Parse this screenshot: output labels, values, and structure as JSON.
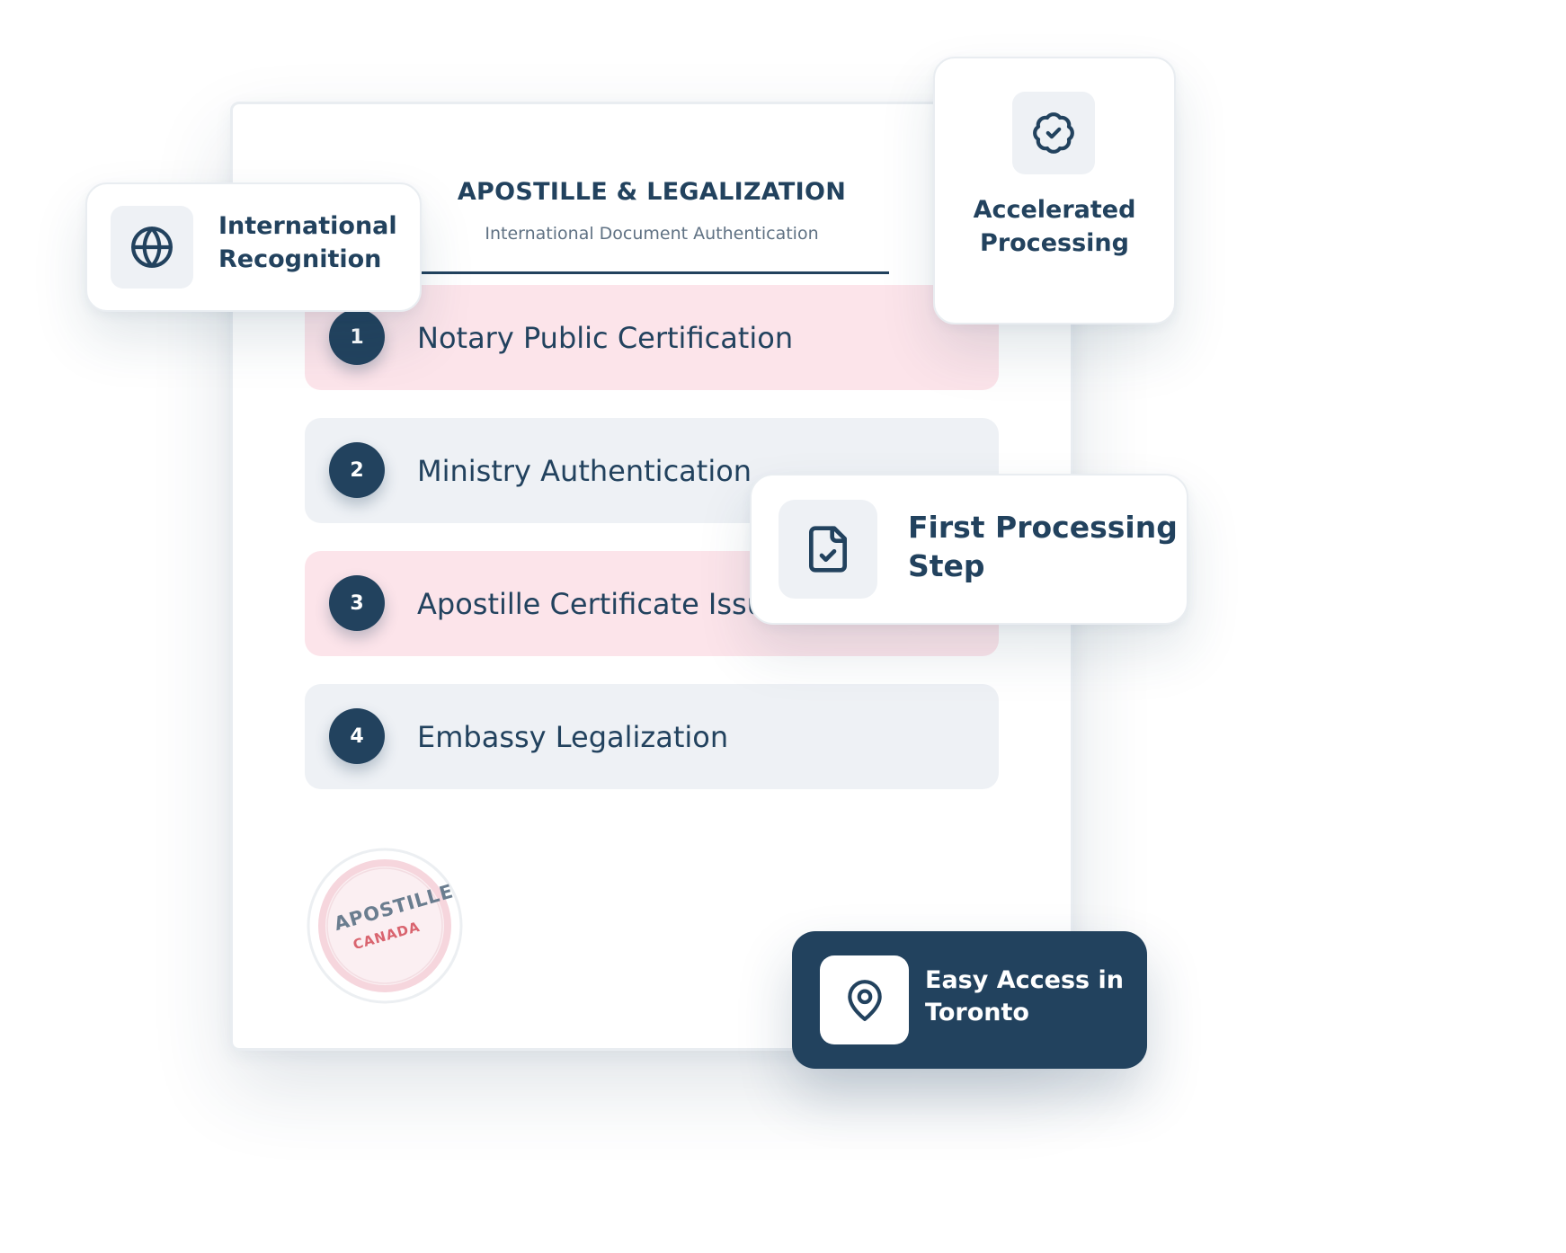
{
  "document": {
    "title": "APOSTILLE & LEGALIZATION",
    "subtitle": "International Document Authentication",
    "steps": [
      {
        "number": "1",
        "label": "Notary Public Certification"
      },
      {
        "number": "2",
        "label": "Ministry Authentication"
      },
      {
        "number": "3",
        "label": "Apostille Certificate Issued"
      },
      {
        "number": "4",
        "label": "Embassy Legalization"
      }
    ],
    "stamp": {
      "line1": "APOSTILLE",
      "line2": "CANADA"
    }
  },
  "cards": {
    "international": {
      "line1": "International",
      "line2": "Recognition",
      "icon": "globe-icon"
    },
    "accelerated": {
      "line1": "Accelerated",
      "line2": "Processing",
      "icon": "badge-check-icon"
    },
    "first_step": {
      "line1": "First Processing",
      "line2": "Step",
      "icon": "file-check-icon"
    },
    "toronto": {
      "line1": "Easy Access in",
      "line2": "Toronto",
      "icon": "map-pin-icon"
    }
  },
  "colors": {
    "navy": "#22425e",
    "pink_row": "#fce4ea",
    "grey_row": "#eef1f5",
    "stamp_red": "#d9646f"
  }
}
